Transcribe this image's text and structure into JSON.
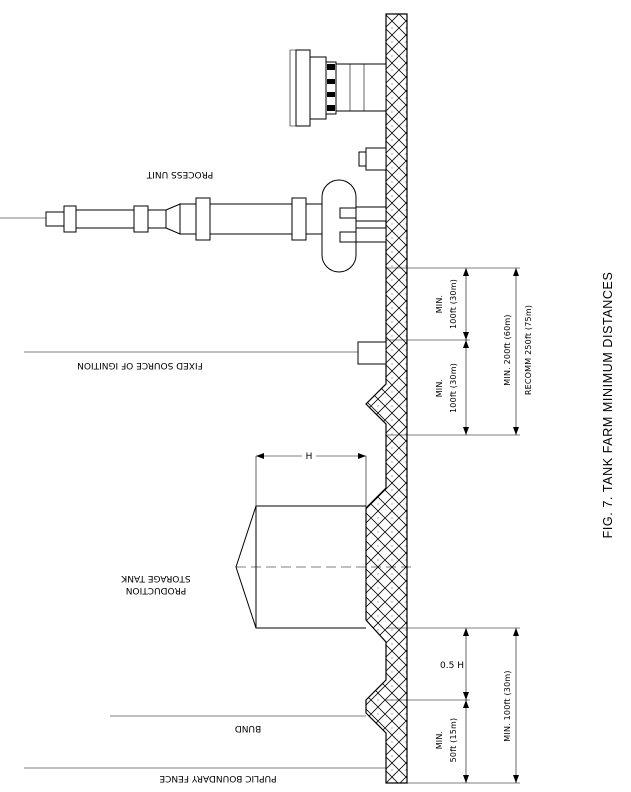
{
  "labels": {
    "process_unit": "PROCESS UNIT",
    "fixed_source": "FIXED SOURCE OF IGNITION",
    "production_tank_line1": "PRODUCTION",
    "production_tank_line2": "STORAGE TANK",
    "bund": "BUND",
    "boundary_fence": "PUPLIC BOUNDARY FENCE",
    "h": "H"
  },
  "dimensions": {
    "min_100_a_line1": "MIN.",
    "min_100_a_line2": "100ft (30m)",
    "min_100_b_line1": "MIN.",
    "min_100_b_line2": "100ft (30m)",
    "min_200_line1": "MIN. 200ft (60m)",
    "min_200_line2": "RECOMM 250ft (75m)",
    "half_h": "0.5  H",
    "min_50_line1": "MIN.",
    "min_50_line2": "50ft (15m)",
    "min_100_c": "MIN. 100ft (30m)"
  },
  "caption": "FIG. 7. TANK FARM MINIMUM DISTANCES"
}
